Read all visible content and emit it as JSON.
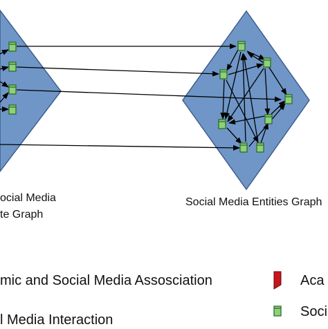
{
  "left_graph": {
    "label_line1": "ocial Media",
    "label_line2": "te Graph"
  },
  "right_graph": {
    "label": "Social Media Entities Graph"
  },
  "legend": {
    "edge_association": "mic and Social Media Assosciation",
    "edge_interaction": "l Media Interaction",
    "academic_node": "Aca",
    "social_node": "Soci"
  },
  "colors": {
    "diamond_fill": "#6f96c7",
    "diamond_stroke": "#3f5f8c",
    "social_node_fill": "#8fd17a",
    "social_node_stroke": "#2f6b2a",
    "academic_node_fill": "#c8151b",
    "edge": "#000000"
  }
}
